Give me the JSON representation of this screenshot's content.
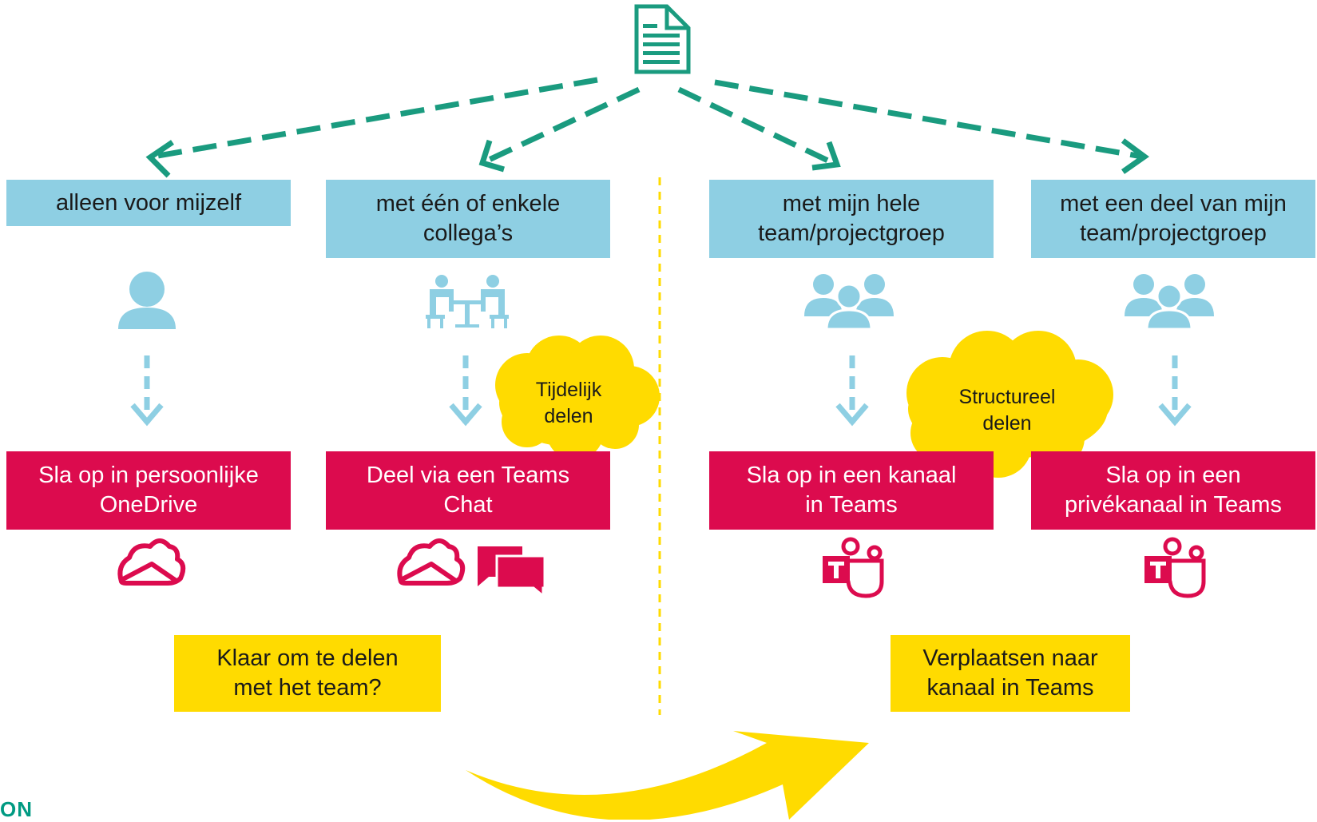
{
  "audiences": [
    {
      "label": "alleen voor mijzelf"
    },
    {
      "label": "met één of enkele\ncollega’s"
    },
    {
      "label": "met mijn hele\nteam/projectgroep"
    },
    {
      "label": "met een deel van mijn\nteam/projectgroep"
    }
  ],
  "actions": [
    {
      "label": "Sla op in persoonlijke\nOneDrive"
    },
    {
      "label": "Deel via een Teams\nChat"
    },
    {
      "label": "Sla op in een kanaal\nin Teams"
    },
    {
      "label": "Sla op in een\nprivékanaal in Teams"
    }
  ],
  "clouds": {
    "left": "Tijdelijk\ndelen",
    "right": "Structureel\ndelen"
  },
  "notes": {
    "left": "Klaar om te delen\nmet het team?",
    "right": "Verplaatsen naar\nkanaal in Teams"
  },
  "footer_text": "ON",
  "icons": {
    "document": "document-icon",
    "person": "person-icon",
    "meeting": "meeting-icon",
    "group": "group-icon",
    "onedrive": "onedrive-icon",
    "chat": "chat-icon",
    "teams": "teams-icon"
  },
  "colors": {
    "teal": "#1a9b7f",
    "light_blue": "#8ecfe3",
    "crimson": "#dc0b4e",
    "yellow": "#ffdb00"
  }
}
